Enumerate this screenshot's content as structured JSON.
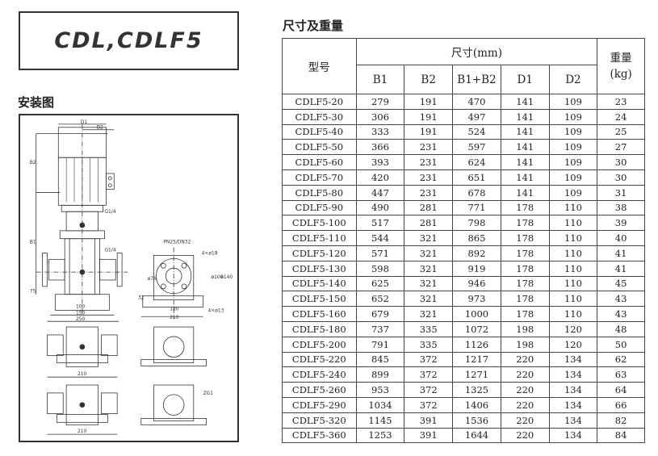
{
  "title": "CDL,CDLF5",
  "install_heading": "安装图",
  "table_heading": "尺寸及重量",
  "drawing_labels": {
    "d1": "D1",
    "d2": "D2",
    "b2": "B2",
    "b1": "B1",
    "g_top": "G1/4",
    "g_mid": "G1/4",
    "flange": "PN25/DN32",
    "holes_top": "4×ø18",
    "holes_base": "4×ø13",
    "w100": "100",
    "w150": "150",
    "w250": "250",
    "w180": "180",
    "w210a": "210",
    "w210b": "210",
    "w210c": "210",
    "h75": "75",
    "h32": "32",
    "d100": "ø100",
    "d140": "ø140",
    "d76": "ø76",
    "zg": "ZG1"
  },
  "table": {
    "col_model": "型号",
    "col_dims": "尺寸(mm)",
    "col_weight": "重量",
    "col_weight_unit": "(kg)",
    "sub_cols": [
      "B1",
      "B2",
      "B1+B2",
      "D1",
      "D2"
    ],
    "rows": [
      [
        "CDLF5-20",
        "279",
        "191",
        "470",
        "141",
        "109",
        "23"
      ],
      [
        "CDLF5-30",
        "306",
        "191",
        "497",
        "141",
        "109",
        "24"
      ],
      [
        "CDLF5-40",
        "333",
        "191",
        "524",
        "141",
        "109",
        "25"
      ],
      [
        "CDLF5-50",
        "366",
        "231",
        "597",
        "141",
        "109",
        "27"
      ],
      [
        "CDLF5-60",
        "393",
        "231",
        "624",
        "141",
        "109",
        "30"
      ],
      [
        "CDLF5-70",
        "420",
        "231",
        "651",
        "141",
        "109",
        "30"
      ],
      [
        "CDLF5-80",
        "447",
        "231",
        "678",
        "141",
        "109",
        "31"
      ],
      [
        "CDLF5-90",
        "490",
        "281",
        "771",
        "178",
        "110",
        "38"
      ],
      [
        "CDLF5-100",
        "517",
        "281",
        "798",
        "178",
        "110",
        "39"
      ],
      [
        "CDLF5-110",
        "544",
        "321",
        "865",
        "178",
        "110",
        "40"
      ],
      [
        "CDLF5-120",
        "571",
        "321",
        "892",
        "178",
        "110",
        "41"
      ],
      [
        "CDLF5-130",
        "598",
        "321",
        "919",
        "178",
        "110",
        "41"
      ],
      [
        "CDLF5-140",
        "625",
        "321",
        "946",
        "178",
        "110",
        "45"
      ],
      [
        "CDLF5-150",
        "652",
        "321",
        "973",
        "178",
        "110",
        "43"
      ],
      [
        "CDLF5-160",
        "679",
        "321",
        "1000",
        "178",
        "110",
        "43"
      ],
      [
        "CDLF5-180",
        "737",
        "335",
        "1072",
        "198",
        "120",
        "48"
      ],
      [
        "CDLF5-200",
        "791",
        "335",
        "1126",
        "198",
        "120",
        "50"
      ],
      [
        "CDLF5-220",
        "845",
        "372",
        "1217",
        "220",
        "134",
        "62"
      ],
      [
        "CDLF5-240",
        "899",
        "372",
        "1271",
        "220",
        "134",
        "63"
      ],
      [
        "CDLF5-260",
        "953",
        "372",
        "1325",
        "220",
        "134",
        "64"
      ],
      [
        "CDLF5-290",
        "1034",
        "372",
        "1406",
        "220",
        "134",
        "66"
      ],
      [
        "CDLF5-320",
        "1145",
        "391",
        "1536",
        "220",
        "134",
        "82"
      ],
      [
        "CDLF5-360",
        "1253",
        "391",
        "1644",
        "220",
        "134",
        "84"
      ]
    ]
  }
}
